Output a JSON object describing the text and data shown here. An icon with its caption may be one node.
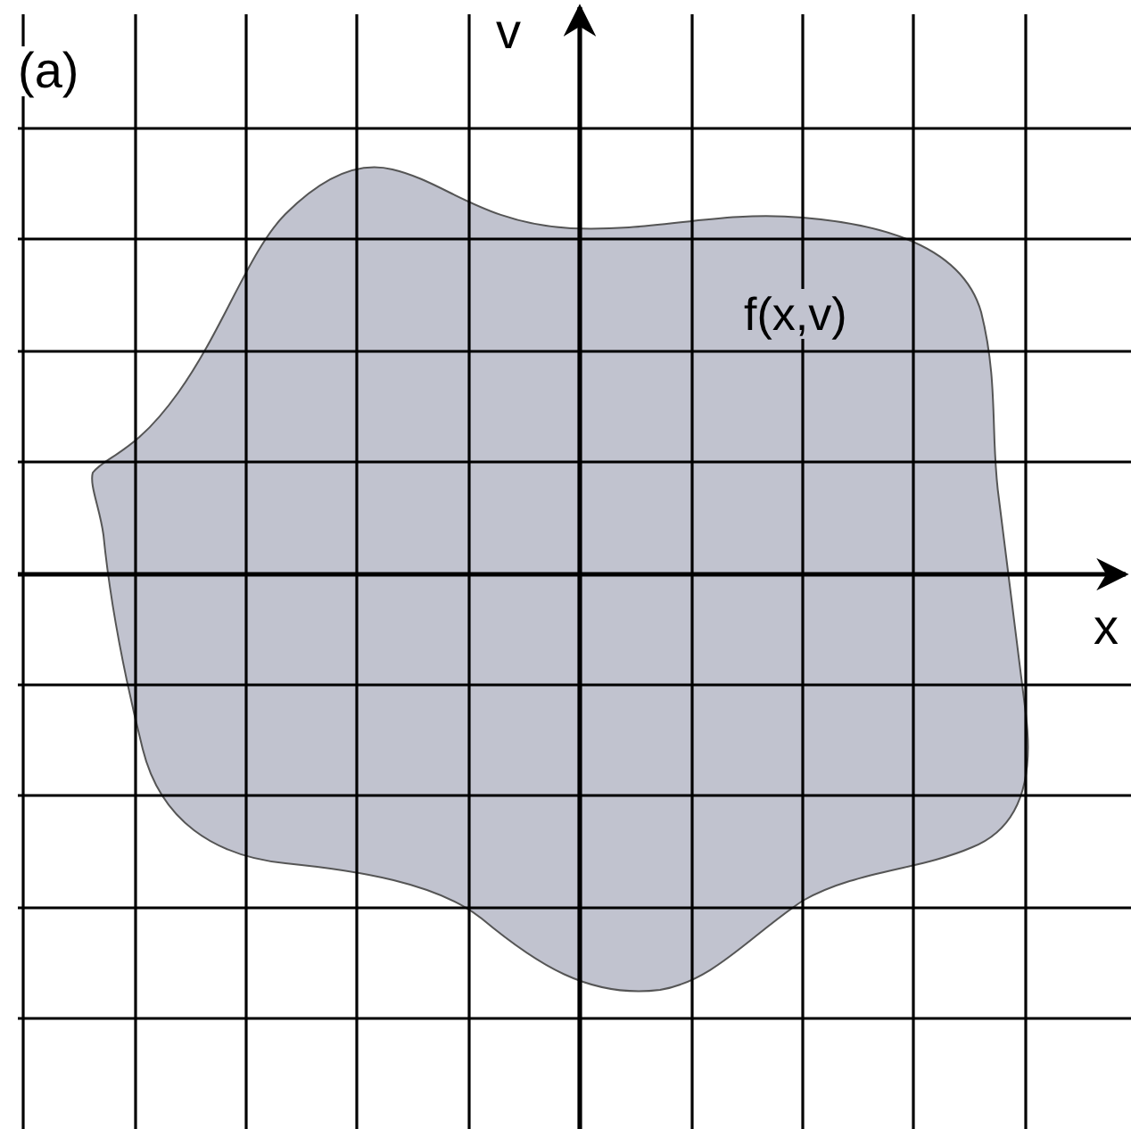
{
  "diagram": {
    "nodes": [
      {
        "text": [
          "f(x,v)"
        ]
      }
    ],
    "edges": [],
    "labels": [
      "(a)",
      "v",
      "x"
    ]
  }
}
